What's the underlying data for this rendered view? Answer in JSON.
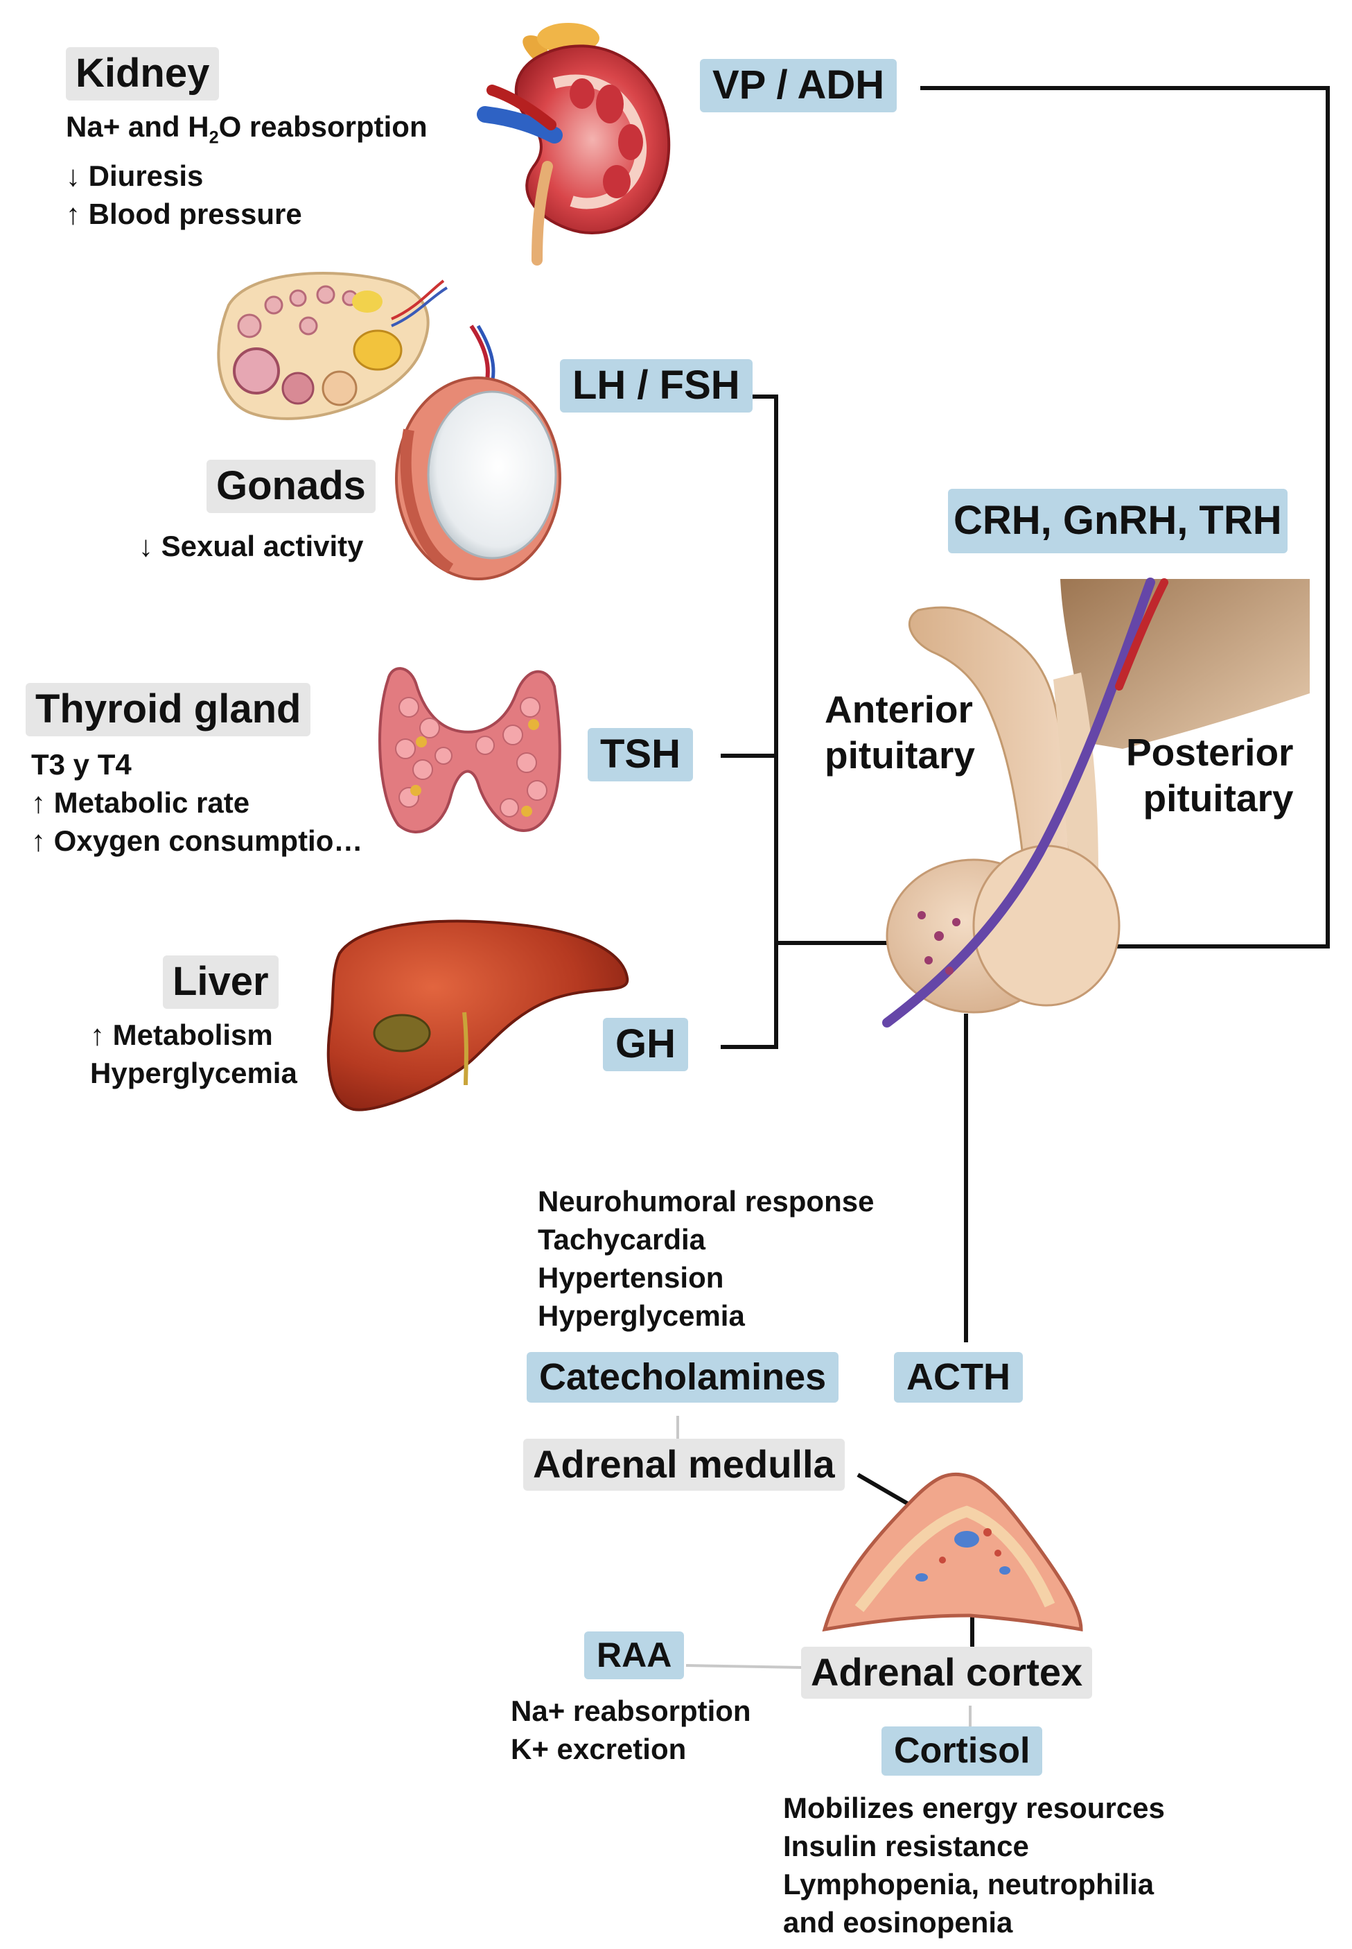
{
  "organs": {
    "kidney": {
      "label": "Kidney",
      "effects": [
        "Na+ and H",
        "2",
        "O reabsorption",
        "↓ Diuresis",
        "↑ Blood pressure"
      ]
    },
    "gonads": {
      "label": "Gonads",
      "effects": [
        "↓ Sexual activity"
      ]
    },
    "thyroid": {
      "label": "Thyroid gland",
      "effects": [
        "T3 y T4",
        "↑ Metabolic rate",
        "↑ Oxygen consumptio…"
      ]
    },
    "liver": {
      "label": "Liver",
      "effects": [
        "↑ Metabolism",
        "Hyperglycemia"
      ]
    },
    "adrenal_medulla": {
      "label": "Adrenal medulla"
    },
    "adrenal_cortex": {
      "label": "Adrenal cortex"
    }
  },
  "hormones": {
    "vp_adh": "VP / ADH",
    "lh_fsh": "LH / FSH",
    "tsh": "TSH",
    "gh": "GH",
    "crh_gnrh_trh": "CRH, GnRH, TRH",
    "acth": "ACTH",
    "catecholamines": "Catecholamines",
    "raa": "RAA",
    "cortisol": "Cortisol"
  },
  "pituitary": {
    "anterior_line1": "Anterior",
    "anterior_line2": "pituitary",
    "posterior_line1": "Posterior",
    "posterior_line2": "pituitary"
  },
  "effects": {
    "catecholamines": [
      "Neurohumoral response",
      "Tachycardia",
      "Hypertension",
      "Hyperglycemia"
    ],
    "raa": [
      "Na+ reabsorption",
      "K+ excretion"
    ],
    "cortisol": [
      "Mobilizes energy resources",
      "Insulin resistance",
      "Lymphopenia, neutrophilia",
      "and eosinopenia"
    ]
  },
  "colors": {
    "hormone_box": "#b9d6e6",
    "organ_box": "#e6e6e6",
    "connector": "#111111",
    "connector_light": "#c8c8c8"
  },
  "icons": [
    "kidney-illustration",
    "ovary-illustration",
    "testis-illustration",
    "thyroid-illustration",
    "liver-illustration",
    "pituitary-illustration",
    "adrenal-gland-illustration"
  ]
}
